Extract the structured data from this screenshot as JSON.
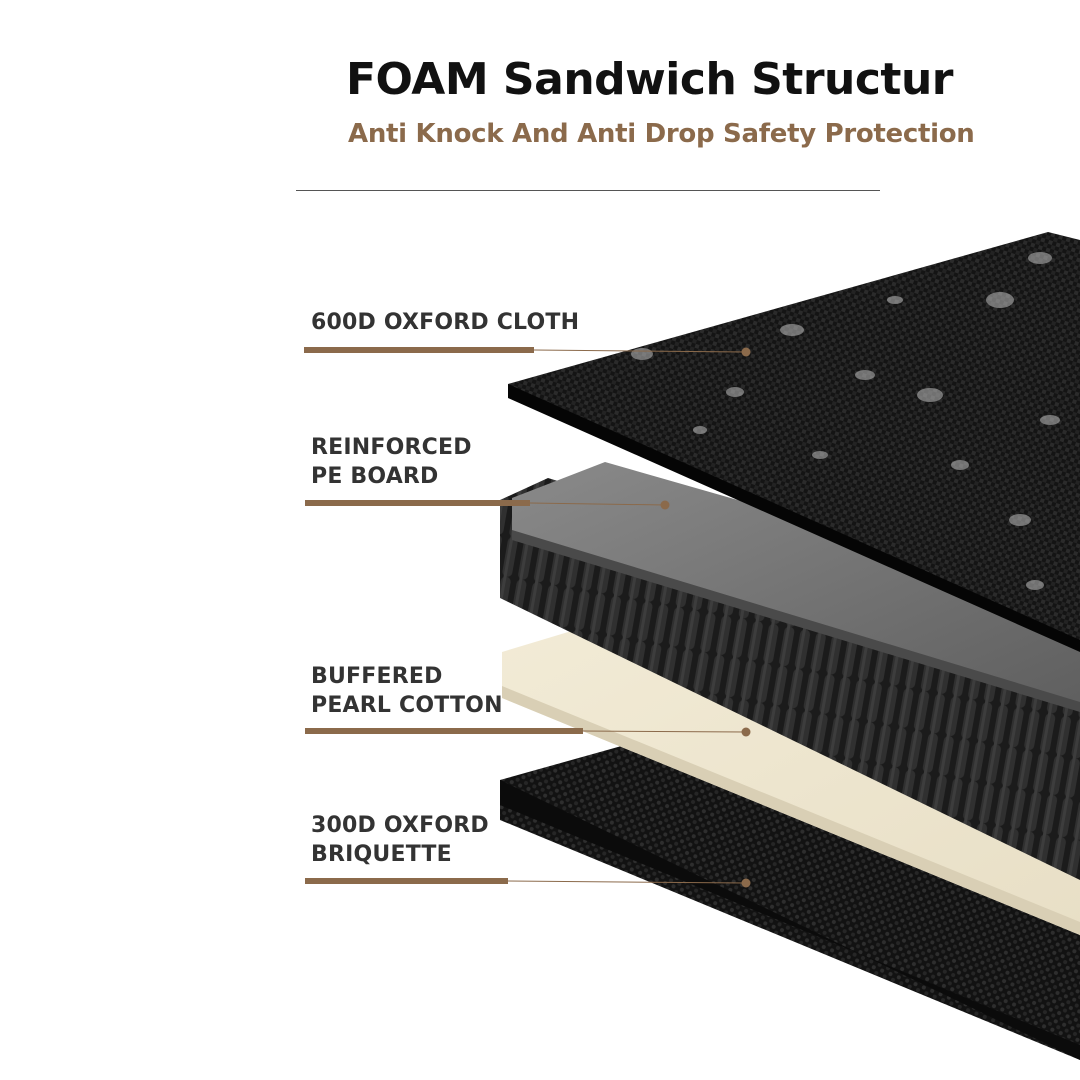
{
  "header": {
    "title": "FOAM Sandwich Structur",
    "subtitle": "Anti Knock And Anti Drop Safety Protection"
  },
  "layers": [
    {
      "label_lines": [
        "600D OXFORD CLOTH"
      ]
    },
    {
      "label_lines": [
        "REINFORCED",
        "PE BOARD"
      ]
    },
    {
      "label_lines": [
        "BUFFERED",
        "PEARL COTTON"
      ]
    },
    {
      "label_lines": [
        "300D OXFORD",
        "BRIQUETTE"
      ]
    }
  ],
  "colors": {
    "accent_brown": "#8b6a4b",
    "title": "#111111",
    "label_text": "#333333",
    "oxford_cloth": "#141414",
    "pe_board": "#6e6e6e",
    "foam_core": "#1e1e1e",
    "pearl_cotton": "#efe7d2"
  }
}
